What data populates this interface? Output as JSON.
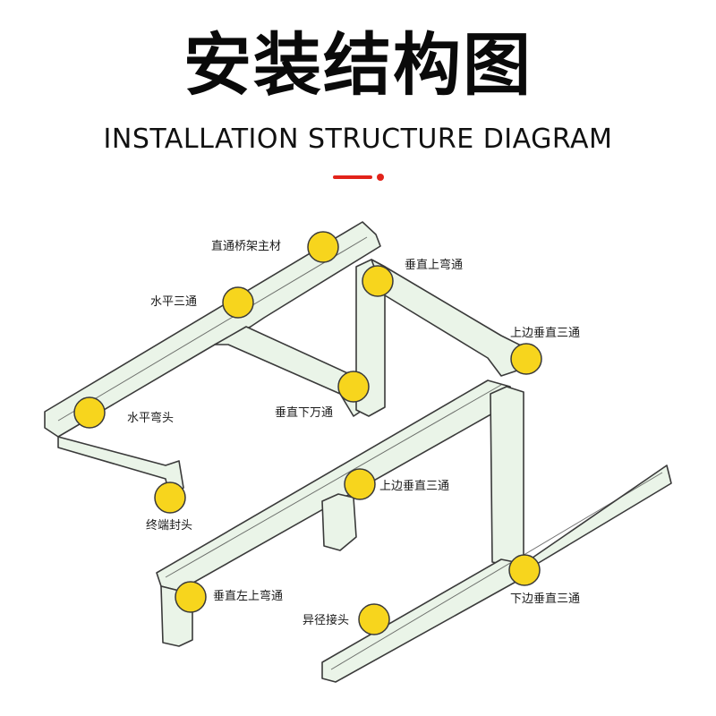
{
  "title": {
    "cn": "安装结构图",
    "en": "INSTALLATION STRUCTURE DIAGRAM"
  },
  "colors": {
    "accent": "#e2231a",
    "tray_fill": "#eaf4e8",
    "tray_stroke": "#3a3a3a",
    "marker": "#f7d51d",
    "marker_stroke": "#3a3a3a"
  },
  "labels": {
    "main_straight": "直通桥架主材",
    "horizontal_tee": "水平三通",
    "vertical_up_bend": "垂直上弯通",
    "upper_vertical_tee_1": "上边垂直三通",
    "horizontal_elbow": "水平弯头",
    "vertical_down_bend": "垂直下万通",
    "upper_vertical_tee_2": "上边垂直三通",
    "end_cap": "终端封头",
    "vertical_left_up_bend": "垂直左上弯通",
    "lower_vertical_tee": "下边垂直三通",
    "reducer_joint": "异径接头"
  }
}
